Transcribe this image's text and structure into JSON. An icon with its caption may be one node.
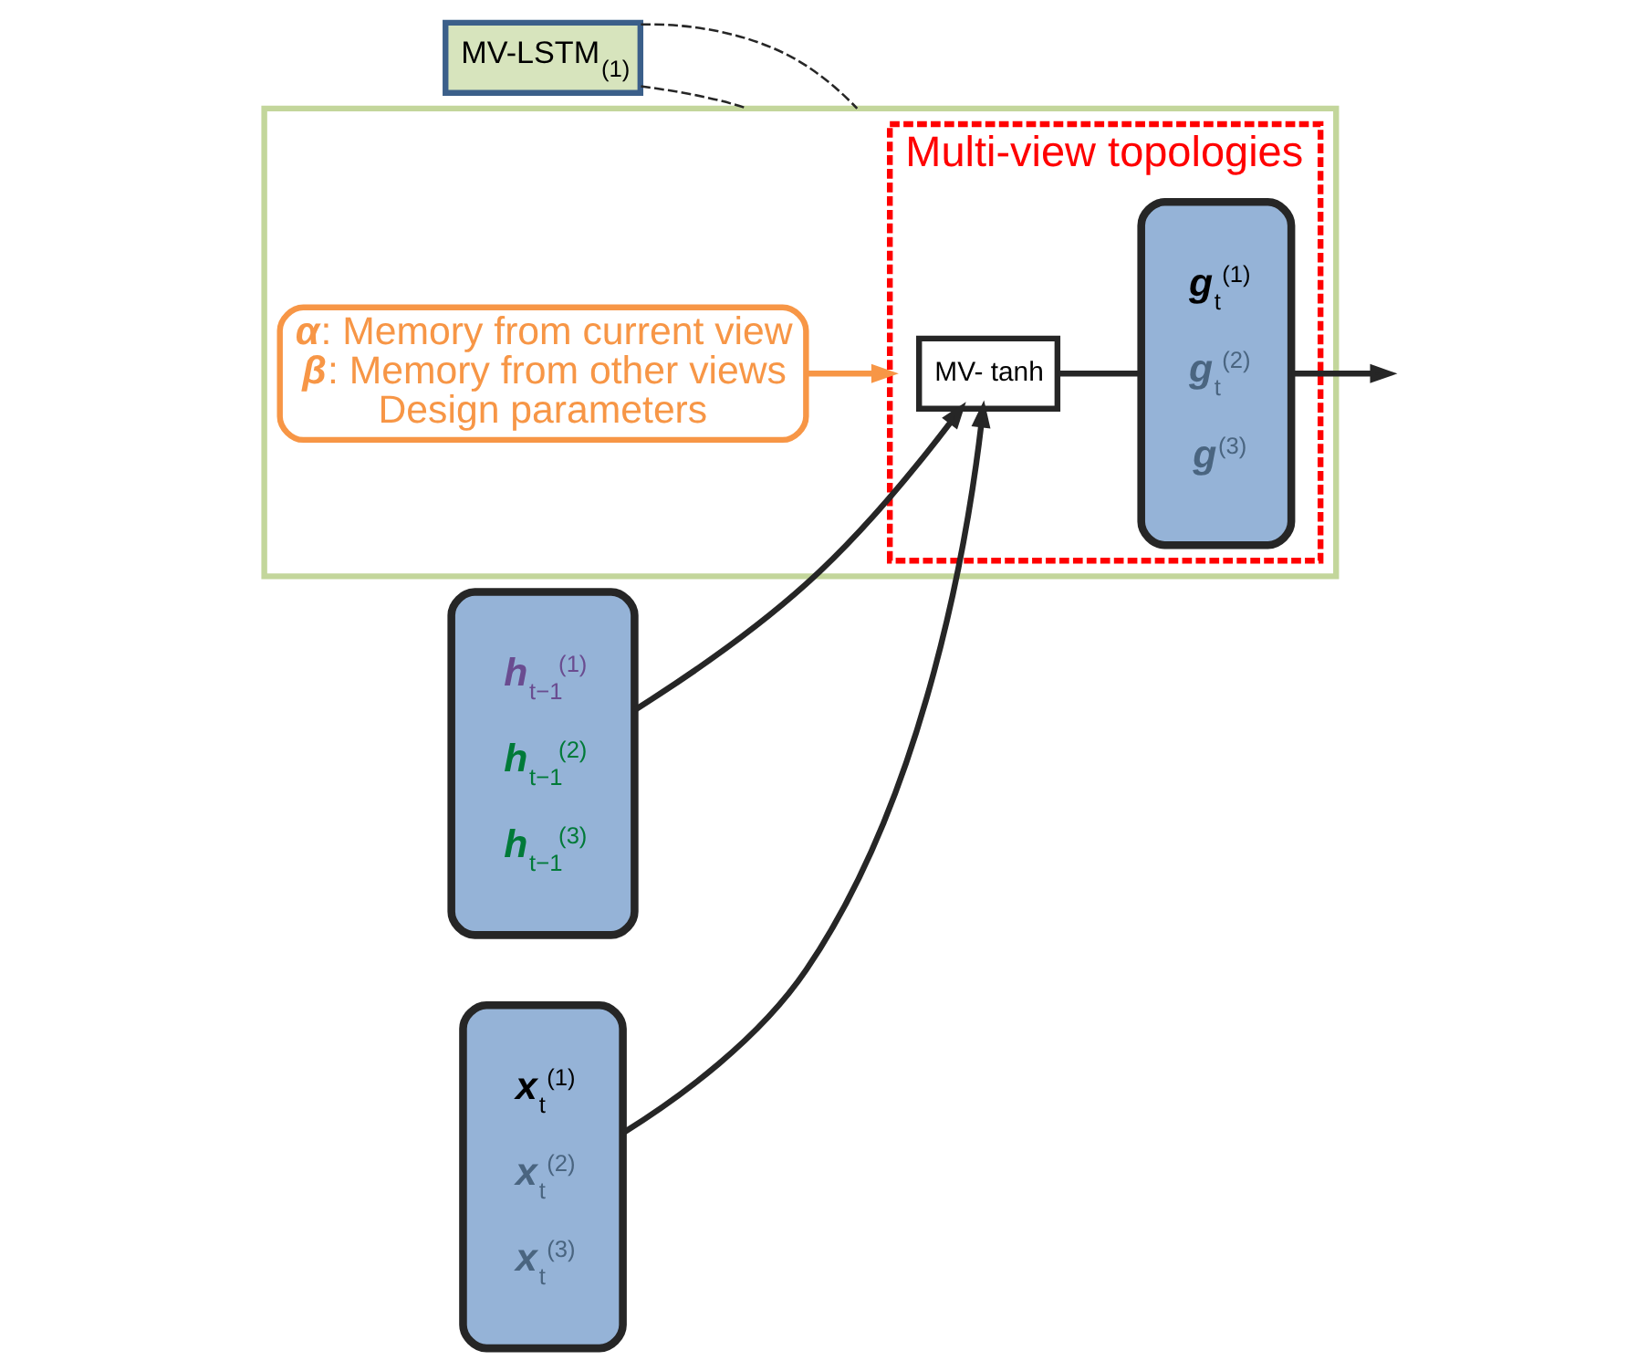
{
  "diagram": {
    "nodes": [
      {
        "text": [
          "MV-LSTM$_{(1)}$"
        ]
      },
      {
        "text": [],
        "shape": "box"
      },
      {
        "text": [
          "Multi-view topologies"
        ],
        "in": 1
      },
      {
        "text": [
          "MV- tanh"
        ],
        "in": 2
      },
      {
        "text": [
          "*g*$_{t}$$^{(1)}$",
          "*g*$_{t}$$^{(2)}$",
          "*g*$^{(3)}$"
        ],
        "in": 2
      },
      {
        "text": [
          "*α*: Memory from current view",
          "*β*: Memory from other views",
          "Design parameters"
        ],
        "in": 1
      },
      {
        "text": [
          "*h*$_{t−1}$$^{(1)}$",
          "*h*$_{t−1}$$^{(2)}$",
          "*h*$_{t−1}$$^{(3)}$"
        ]
      },
      {
        "text": [
          "*x*$_{t}$$^{(1)}$",
          "*x*$_{t}$$^{(2)}$",
          "*x*$_{t}$$^{(3)}$"
        ]
      }
    ],
    "edges": [
      {
        "from": 0,
        "to": 1,
        "arrow": "none",
        "style": "dashed"
      },
      {
        "from": 0,
        "to": 1,
        "arrow": "none",
        "style": "dashed"
      },
      {
        "from": 6,
        "to": 3,
        "arrow": "to"
      },
      {
        "from": 7,
        "to": 3,
        "arrow": "to"
      },
      {
        "from": 3,
        "to": 4,
        "arrow": "none"
      },
      {
        "from": 4,
        "to": null,
        "arrow": "to"
      },
      {
        "from": 5,
        "to": 2,
        "arrow": "to",
        "color": "#f79646"
      }
    ]
  }
}
